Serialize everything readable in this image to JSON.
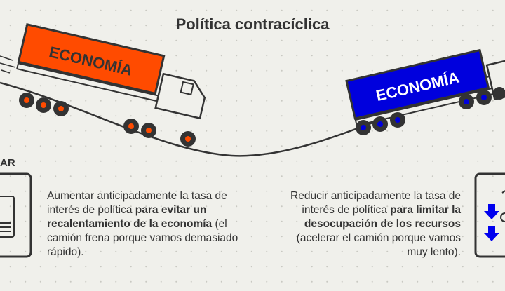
{
  "title": "Política contracíclica",
  "left_heading_fragment": "AR",
  "truck_left": {
    "label": "ECONOMÍA",
    "color": "#ff4b00",
    "wheel_color": "#ff4b00"
  },
  "truck_right": {
    "label": "ECONOMÍA",
    "color": "#0000dd",
    "wheel_color": "#0000dd"
  },
  "left_text": {
    "a": "Aumentar anticipadamente la tasa de interés de política ",
    "b": "para evitar un recalentamiento de la economía",
    "c": " (el camión frena porque vamos demasiado rápido)."
  },
  "right_text": {
    "a": "Reducir anticipadamente la tasa de interés de política ",
    "b": "para limitar la desocupación de los recursos",
    "c": " (acelerar el camión porque vamos muy lento)."
  },
  "arrow_color": "#0000ee"
}
